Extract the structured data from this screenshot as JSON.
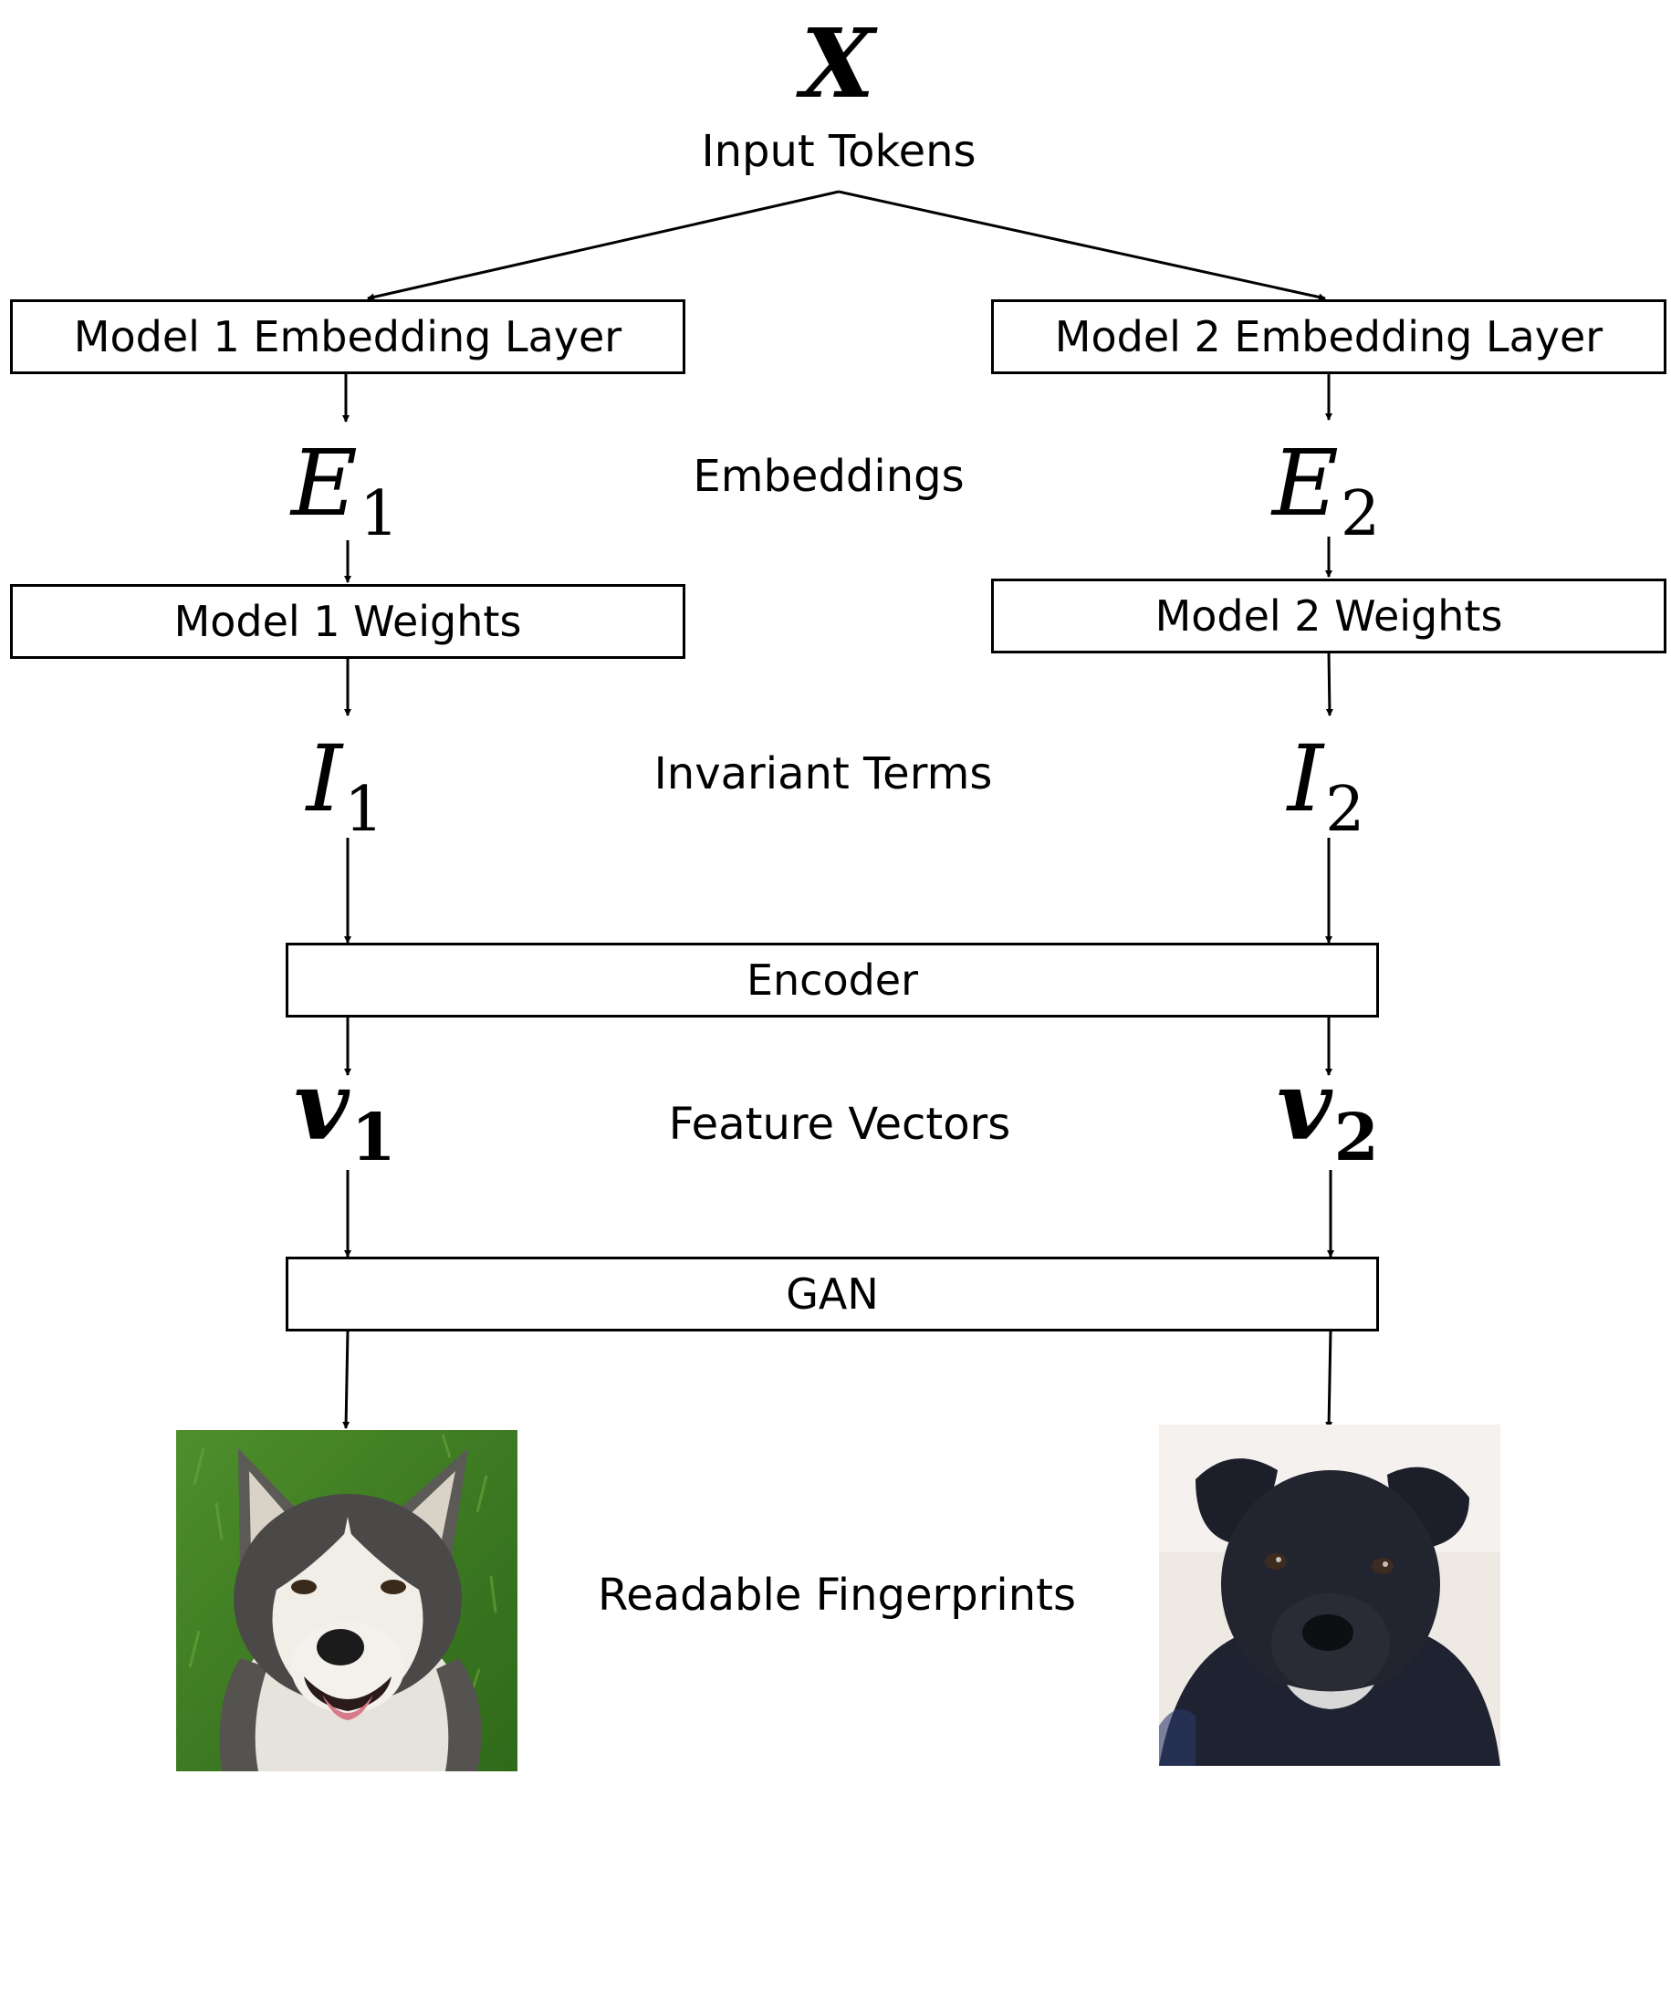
{
  "input": {
    "symbol": "X",
    "label": "Input Tokens"
  },
  "boxes": {
    "embed1": "Model 1 Embedding Layer",
    "embed2": "Model 2 Embedding Layer",
    "weights1": "Model 1 Weights",
    "weights2": "Model 2 Weights",
    "encoder": "Encoder",
    "gan": "GAN"
  },
  "symbols": {
    "e1": {
      "base": "E",
      "sub": "1"
    },
    "e2": {
      "base": "E",
      "sub": "2"
    },
    "i1": {
      "base": "I",
      "sub": "1"
    },
    "i2": {
      "base": "I",
      "sub": "2"
    },
    "v1": {
      "base": "v",
      "sub": "1"
    },
    "v2": {
      "base": "v",
      "sub": "2"
    }
  },
  "row_labels": {
    "embeddings": "Embeddings",
    "invariant": "Invariant Terms",
    "features": "Feature Vectors",
    "fingerprints": "Readable Fingerprints"
  },
  "images": {
    "left": "husky-dog-photo",
    "right": "black-dog-photo"
  }
}
